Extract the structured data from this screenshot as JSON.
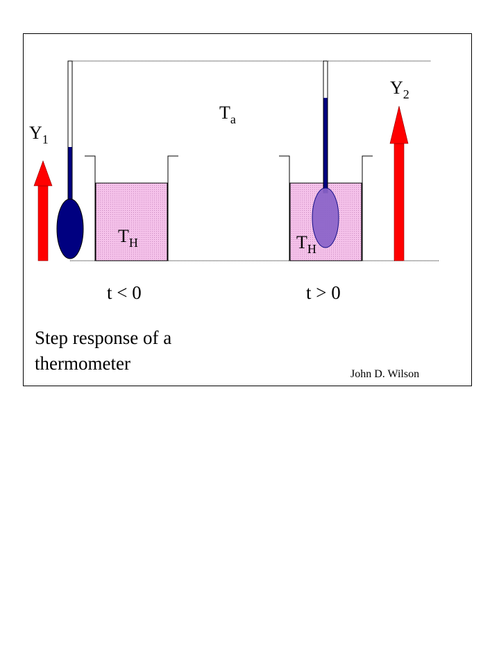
{
  "labels": {
    "y1": "Y",
    "y1_sub": "1",
    "y2": "Y",
    "y2_sub": "2",
    "ambient": "T",
    "ambient_sub": "a",
    "hot_left": "T",
    "hot_left_sub": "H",
    "hot_right": "T",
    "hot_right_sub": "H",
    "time_before": "t < 0",
    "time_after": "t > 0",
    "caption_line1": "Step response of a",
    "caption_line2": "thermometer",
    "author": "John D. Wilson"
  },
  "colors": {
    "arrow": "#ff0000",
    "bulb": "#000080",
    "bulb_immersed": "#8a63c9",
    "bath_fill": "#f5c2ea",
    "bath_dots": "#c98ac0",
    "frame": "#000000"
  },
  "readings": {
    "thermometer_before_fraction": 0.38,
    "thermometer_after_fraction": 0.72
  }
}
